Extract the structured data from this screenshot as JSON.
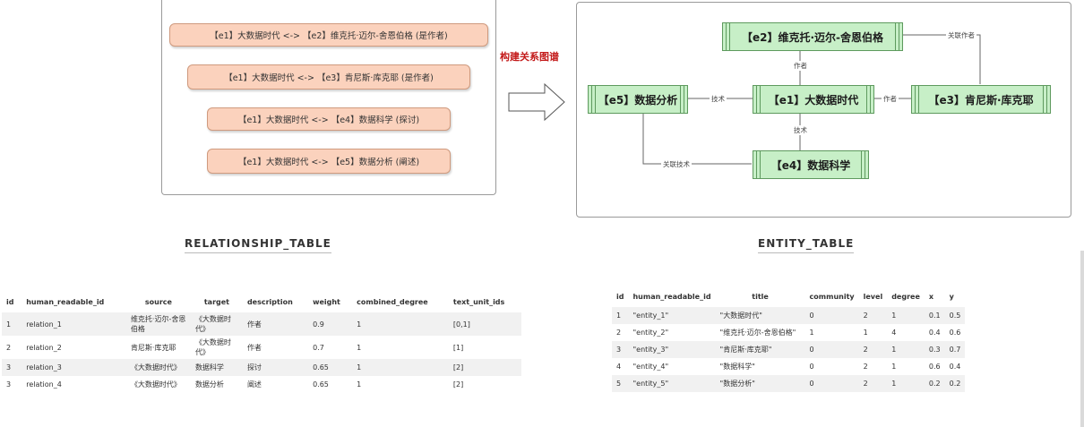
{
  "left_panel": {
    "relations": [
      "【e1】大数据时代 <-> 【e2】维克托·迈尔-舍恩伯格 (是作者)",
      "【e1】大数据时代 <-> 【e3】肯尼斯·库克耶 (是作者)",
      "【e1】大数据时代 <-> 【e4】数据科学 (探讨)",
      "【e1】大数据时代 <-> 【e5】数据分析 (阐述)"
    ]
  },
  "arrow_label": "构建关系图谱",
  "graph": {
    "nodes": {
      "e1": "【e1】大数据时代",
      "e2": "【e2】维克托·迈尔-舍恩伯格",
      "e3": "【e3】肯尼斯·库克耶",
      "e4": "【e4】数据科学",
      "e5": "【e5】数据分析"
    },
    "edge_labels": {
      "e2_e1": "作者",
      "e1_e3": "作者",
      "e5_e1": "技术",
      "e1_e4": "技术",
      "e2_e3": "关联作者",
      "e5_e4": "关联技术"
    }
  },
  "relationship_table": {
    "title": "RELATIONSHIP_TABLE",
    "columns": [
      "id",
      "human_readable_id",
      "source",
      "target",
      "description",
      "weight",
      "combined_degree",
      "text_unit_ids"
    ],
    "rows": [
      {
        "id": "1",
        "human_readable_id": "relation_1",
        "source": "维克托·迈尔-舍恩伯格",
        "target": "《大数据时代》",
        "description": "作者",
        "weight": "0.9",
        "combined_degree": "1",
        "text_unit_ids": "[0,1]"
      },
      {
        "id": "2",
        "human_readable_id": "relation_2",
        "source": "肯尼斯·库克耶",
        "target": "《大数据时代》",
        "description": "作者",
        "weight": "0.7",
        "combined_degree": "1",
        "text_unit_ids": "[1]"
      },
      {
        "id": "3",
        "human_readable_id": "relation_3",
        "source": "《大数据时代》",
        "target": "数据科学",
        "description": "探讨",
        "weight": "0.65",
        "combined_degree": "1",
        "text_unit_ids": "[2]"
      },
      {
        "id": "3",
        "human_readable_id": "relation_4",
        "source": "《大数据时代》",
        "target": "数据分析",
        "description": "阐述",
        "weight": "0.65",
        "combined_degree": "1",
        "text_unit_ids": "[2]"
      }
    ]
  },
  "entity_table": {
    "title": "ENTITY_TABLE",
    "columns": [
      "id",
      "human_readable_id",
      "title",
      "community",
      "level",
      "degree",
      "x",
      "y"
    ],
    "rows": [
      {
        "id": "1",
        "human_readable_id": "\"entity_1\"",
        "title": "\"大数据时代\"",
        "community": "0",
        "level": "2",
        "degree": "1",
        "x": "0.1",
        "y": "0.5"
      },
      {
        "id": "2",
        "human_readable_id": "\"entity_2\"",
        "title": "\"维克托·迈尔-舍恩伯格\"",
        "community": "1",
        "level": "1",
        "degree": "4",
        "x": "0.4",
        "y": "0.6"
      },
      {
        "id": "3",
        "human_readable_id": "\"entity_3\"",
        "title": "\"肯尼斯·库克耶\"",
        "community": "0",
        "level": "2",
        "degree": "1",
        "x": "0.3",
        "y": "0.7"
      },
      {
        "id": "4",
        "human_readable_id": "\"entity_4\"",
        "title": "\"数据科学\"",
        "community": "0",
        "level": "2",
        "degree": "1",
        "x": "0.6",
        "y": "0.4"
      },
      {
        "id": "5",
        "human_readable_id": "\"entity_5\"",
        "title": "\"数据分析\"",
        "community": "0",
        "level": "2",
        "degree": "1",
        "x": "0.2",
        "y": "0.2"
      }
    ]
  }
}
